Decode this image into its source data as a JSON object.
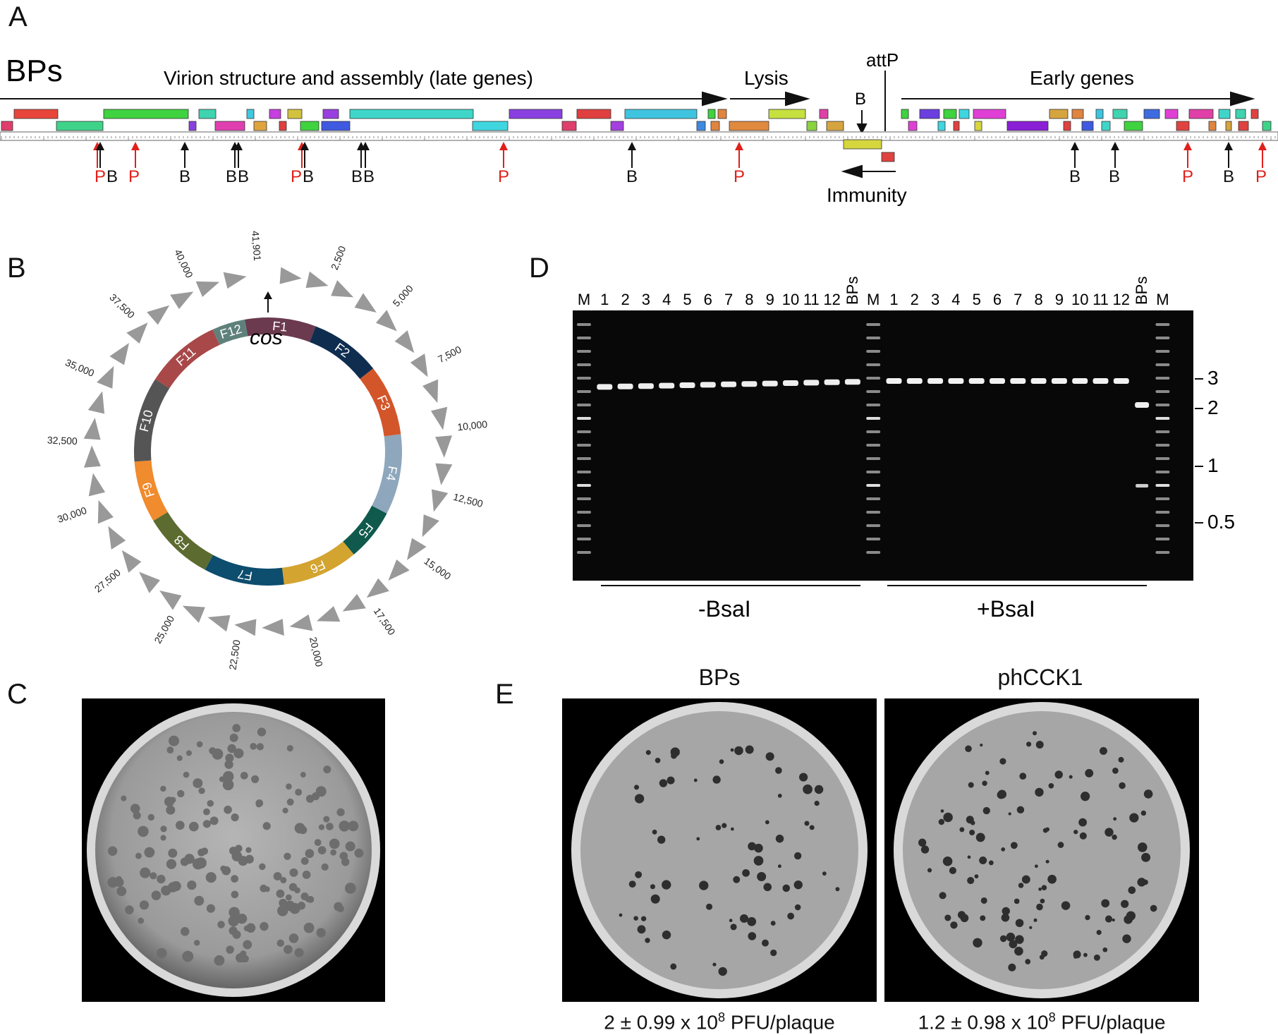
{
  "panels": {
    "A": "A",
    "B": "B",
    "C": "C",
    "D": "D",
    "E": "E"
  },
  "panelA": {
    "phage": "BPs",
    "region_virion": "Virion structure and assembly (late genes)",
    "region_lysis": "Lysis",
    "region_early": "Early genes",
    "attP": "attP",
    "immunity": "Immunity",
    "site_B": "B",
    "site_P": "P",
    "sites_below": [
      "PB",
      "P",
      "B",
      "BB",
      "PB",
      "BB",
      "P",
      "B",
      "P",
      "B",
      "B",
      "P",
      "B",
      "P"
    ],
    "colors": {
      "promoter_arrow": "#e0201b",
      "bsai_arrow": "#111111"
    }
  },
  "panelB": {
    "cos": "cos",
    "fragments": [
      "F1",
      "F2",
      "F3",
      "F4",
      "F5",
      "F6",
      "F7",
      "F8",
      "F9",
      "F10",
      "F11",
      "F12"
    ],
    "fragment_colors": [
      "#6b3a4f",
      "#0f2d4f",
      "#d2562a",
      "#8ea7bd",
      "#0f5a4c",
      "#d4a431",
      "#0d4d6e",
      "#5c6b2f",
      "#f08b2e",
      "#555555",
      "#a94849",
      "#5f817c"
    ],
    "ticks": [
      "2,500",
      "5,000",
      "7,500",
      "10,000",
      "12,500",
      "15,000",
      "17,500",
      "20,000",
      "22,500",
      "25,000",
      "27,500",
      "30,000",
      "32,500",
      "35,000",
      "37,500",
      "40,000",
      "41,901"
    ]
  },
  "panelD": {
    "lanes_left": [
      "M",
      "1",
      "2",
      "3",
      "4",
      "5",
      "6",
      "7",
      "8",
      "9",
      "10",
      "11",
      "12",
      "BPs",
      "M"
    ],
    "lanes_right": [
      "1",
      "2",
      "3",
      "4",
      "5",
      "6",
      "7",
      "8",
      "9",
      "10",
      "11",
      "12",
      "BPs",
      "M"
    ],
    "size_labels": [
      "3",
      "2",
      "1",
      "0.5"
    ],
    "group_minus": "-BsaI",
    "group_plus": "+BsaI"
  },
  "panelE": {
    "plate1_title": "BPs",
    "plate2_title": "phCCK1",
    "caption1_pre": "2 ± 0.99 x 10",
    "caption1_exp": "8",
    "caption1_post": " PFU/plaque",
    "caption2_pre": "1.2 ± 0.98 x 10",
    "caption2_exp": "8",
    "caption2_post": " PFU/plaque"
  }
}
